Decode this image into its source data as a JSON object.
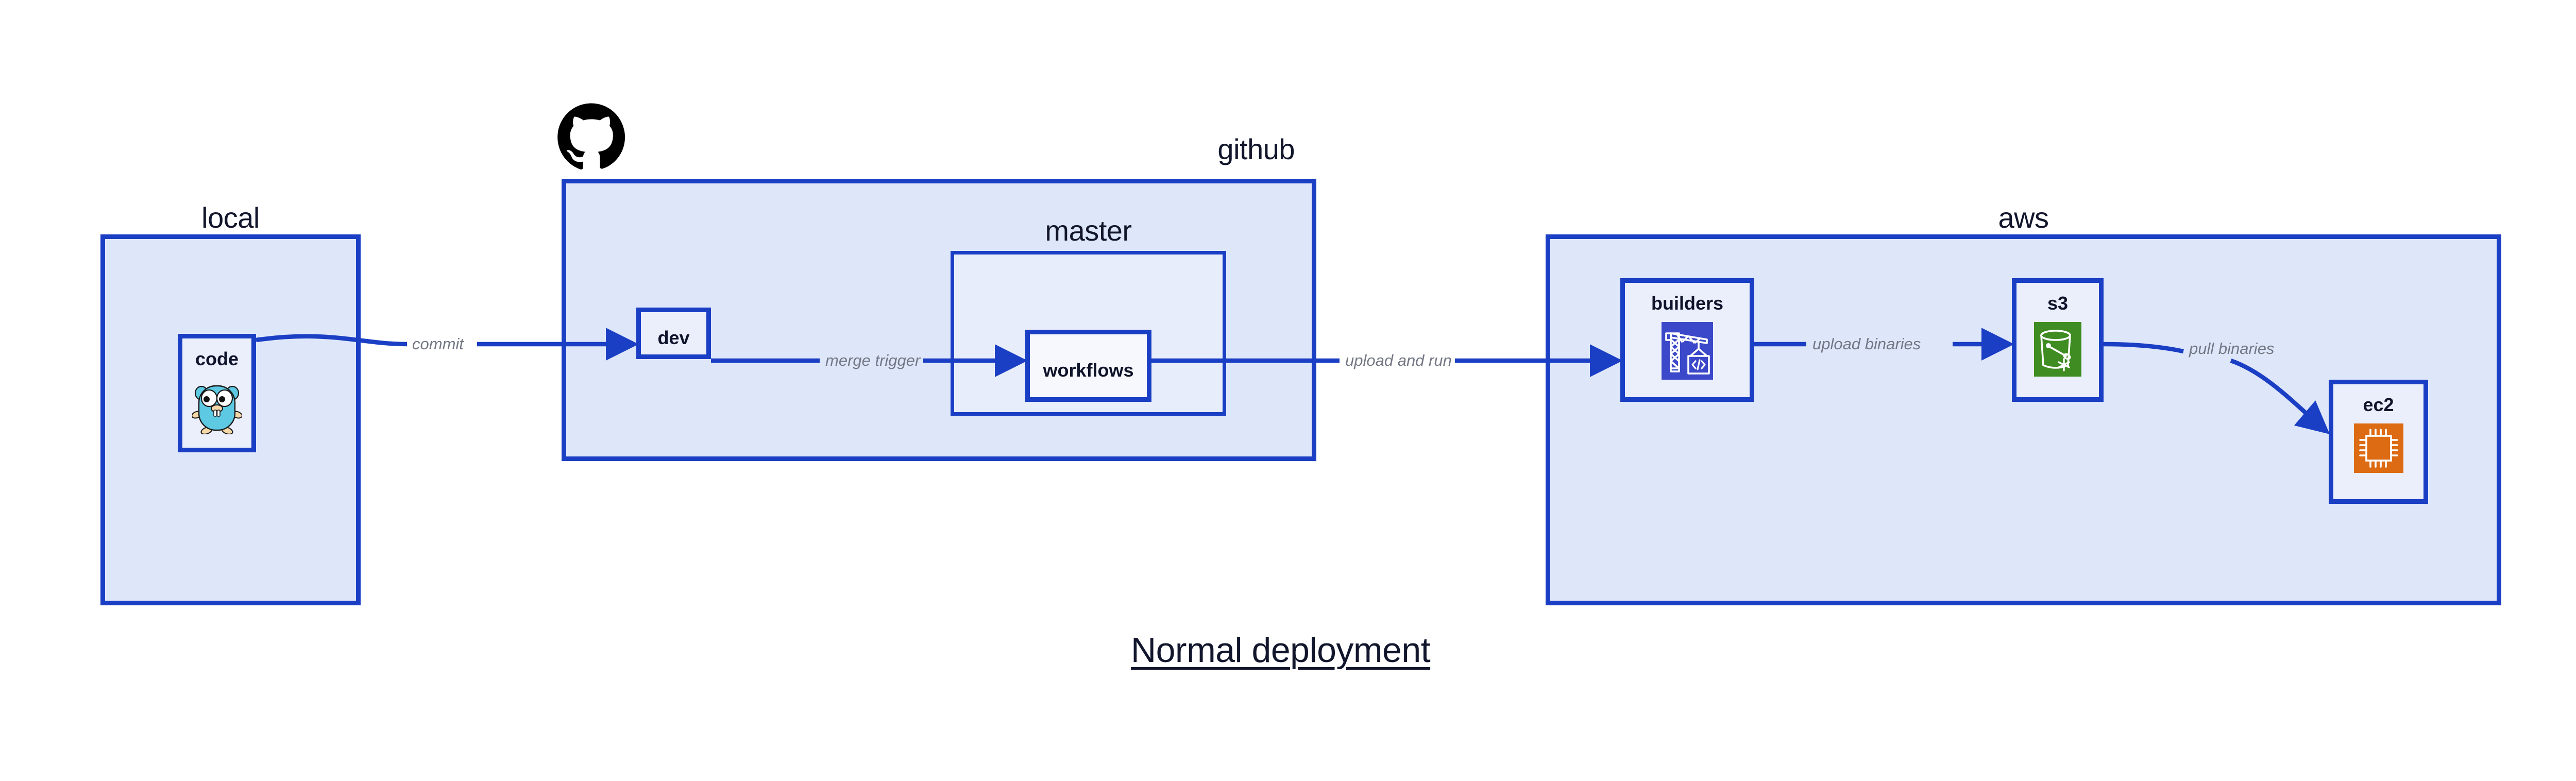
{
  "diagram": {
    "title": "Normal deployment",
    "title_underlined": true,
    "background_color": "#ffffff",
    "accent_color": "#1a3fc4",
    "group_fill": "#dee6fa",
    "nested_group_fill": "#e8edfb",
    "node_fill": "#ebeffc",
    "label_color": "#12162c",
    "edge_label_color": "#737784"
  },
  "groups": [
    {
      "id": "local",
      "label": "local",
      "label_align": "center",
      "nodes": [
        {
          "id": "code",
          "label": "code",
          "icon": "go-gopher-icon"
        }
      ]
    },
    {
      "id": "github",
      "label": "github",
      "label_align": "right",
      "brand_icon": "github-octocat-icon",
      "nodes": [
        {
          "id": "dev",
          "label": "dev",
          "icon": "none"
        }
      ],
      "subgroups": [
        {
          "id": "master",
          "label": "master",
          "label_align": "center",
          "nodes": [
            {
              "id": "workflows",
              "label": "workflows",
              "icon": "none"
            }
          ]
        }
      ]
    },
    {
      "id": "aws",
      "label": "aws",
      "label_align": "center",
      "nodes": [
        {
          "id": "builders",
          "label": "builders",
          "icon": "aws-codebuild-crane-icon"
        },
        {
          "id": "s3",
          "label": "s3",
          "icon": "aws-s3-bucket-icon"
        },
        {
          "id": "ec2",
          "label": "ec2",
          "icon": "aws-ec2-chip-icon"
        }
      ]
    }
  ],
  "edges": [
    {
      "id": "code-to-dev",
      "from": "code",
      "to": "dev",
      "label": "commit"
    },
    {
      "id": "dev-to-workflows",
      "from": "dev",
      "to": "workflows",
      "label": "merge trigger"
    },
    {
      "id": "workflows-to-builders",
      "from": "workflows",
      "to": "builders",
      "label": "upload and run"
    },
    {
      "id": "builders-to-s3",
      "from": "builders",
      "to": "s3",
      "label": "upload binaries"
    },
    {
      "id": "s3-to-ec2",
      "from": "s3",
      "to": "ec2",
      "label": "pull binaries"
    }
  ],
  "icon_colors": {
    "gopher_body": "#5dc9e2",
    "gopher_outline": "#1a1a1a",
    "gopher_limb": "#f6d8a8",
    "codebuild_bg": "#3b48c9",
    "s3_bg": "#3f8c22",
    "ec2_bg": "#dd6b13",
    "octocat": "#000000",
    "icon_glyph": "#ffffff"
  }
}
